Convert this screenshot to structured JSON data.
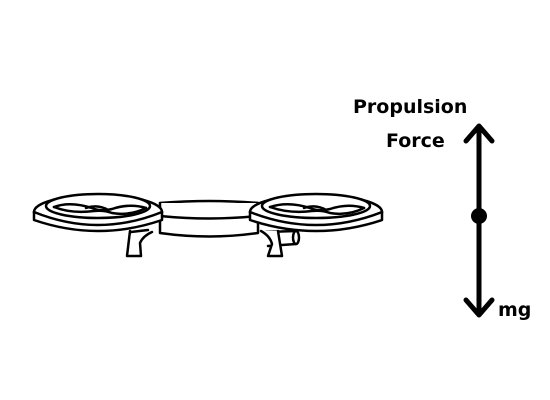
{
  "diagram": {
    "propulsion_label_line1": "Propulsion",
    "propulsion_label_line2": "Force",
    "weight_label": "mg",
    "colors": {
      "ink": "#000000",
      "background": "#ffffff"
    },
    "icons": {
      "drone": "quadcopter-side-view-icon",
      "center_of_mass": "center-of-mass-dot-icon"
    }
  }
}
